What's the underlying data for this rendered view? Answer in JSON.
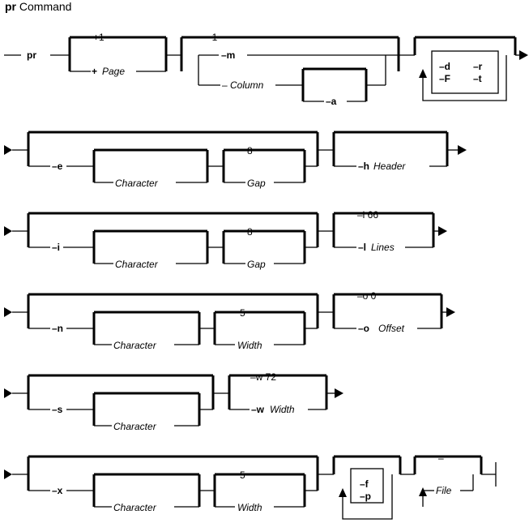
{
  "title": {
    "command": "pr",
    "suffix": "Command"
  },
  "row1": {
    "cmd": "pr",
    "plus1": "+1",
    "plus": "+",
    "page": "Page",
    "minus1": "–1",
    "minus_m": "–m",
    "minus": "–",
    "column": "Column",
    "minus_a": "–a",
    "minus_d": "–d",
    "minus_r": "–r",
    "minus_F": "–F",
    "minus_t": "–t"
  },
  "row2": {
    "minus_e": "–e",
    "character": "Character",
    "eight": "8",
    "gap": "Gap",
    "minus_h": "–h",
    "header": "Header"
  },
  "row3": {
    "minus_i": "–i",
    "character": "Character",
    "eight": "8",
    "gap": "Gap",
    "l66": "–l 66",
    "minus_l": "–l",
    "lines": "Lines"
  },
  "row4": {
    "minus_n": "–n",
    "character": "Character",
    "five": "5",
    "width": "Width",
    "o0": "–o 0",
    "minus_o": "–o",
    "offset": "Offset"
  },
  "row5": {
    "minus_s": "–s",
    "character": "Character",
    "w72": "–w 72",
    "minus_w": "–w",
    "width": "Width"
  },
  "row6": {
    "minus_x": "–x",
    "character": "Character",
    "five": "5",
    "width": "Width",
    "minus_f": "–f",
    "minus_p": "–p",
    "dash": "–",
    "file": "File"
  }
}
